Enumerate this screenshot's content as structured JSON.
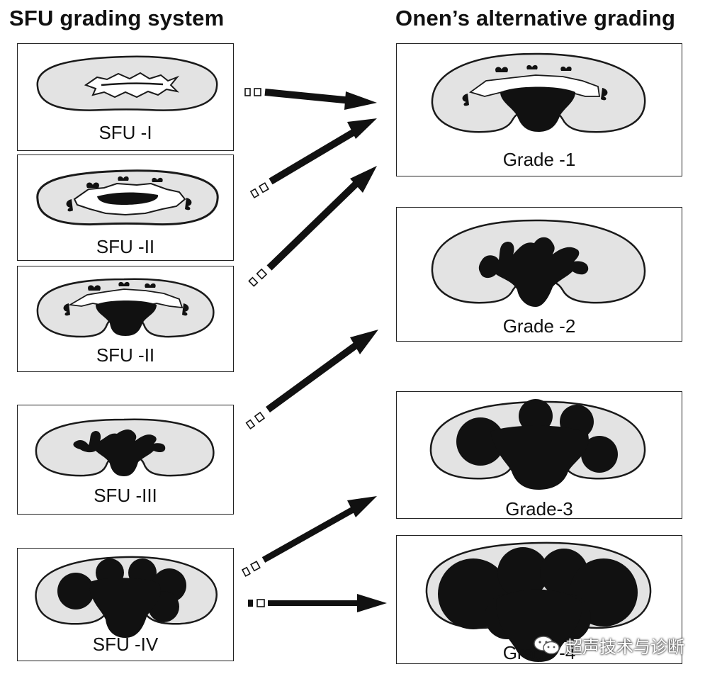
{
  "headings": {
    "left": "SFU grading system",
    "right": "Onen’s alternative grading"
  },
  "sfu": [
    {
      "label": "SFU -I"
    },
    {
      "label": "SFU -II"
    },
    {
      "label": "SFU -II"
    },
    {
      "label": "SFU -III"
    },
    {
      "label": "SFU -IV"
    }
  ],
  "onen": [
    {
      "label": "Grade -1"
    },
    {
      "label": "Grade -2"
    },
    {
      "label": "Grade-3"
    },
    {
      "label": "Grade -4"
    }
  ],
  "watermark": {
    "text": "超声技术与诊断"
  },
  "colors": {
    "kidney_fill": "#e3e3e3",
    "outline": "#1a1a1a",
    "pelvis": "#111111"
  }
}
